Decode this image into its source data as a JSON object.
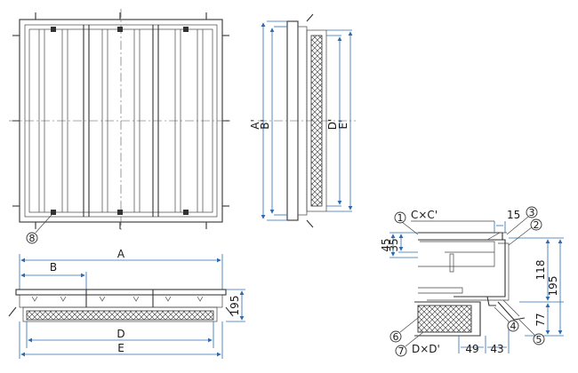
{
  "front_view": {
    "bolt_callout": "8"
  },
  "side_view": {
    "dim_outer_height": "A'",
    "dim_inner_height": "B'",
    "dim_filter_height": "D'",
    "dim_frame_height": "E'"
  },
  "bottom_view": {
    "dim_width_A": "A",
    "dim_width_B": "B",
    "dim_width_D": "D",
    "dim_width_E": "E",
    "dim_height": "195"
  },
  "detail": {
    "section_cc": "C×C'",
    "section_dd": "D×D'",
    "dims": {
      "d15": "15",
      "d45": "45",
      "d35": "35",
      "d118": "118",
      "d195": "195",
      "d77": "77",
      "d49": "49",
      "d43": "43"
    },
    "callouts": [
      "1",
      "2",
      "3",
      "4",
      "5",
      "6",
      "7"
    ]
  }
}
